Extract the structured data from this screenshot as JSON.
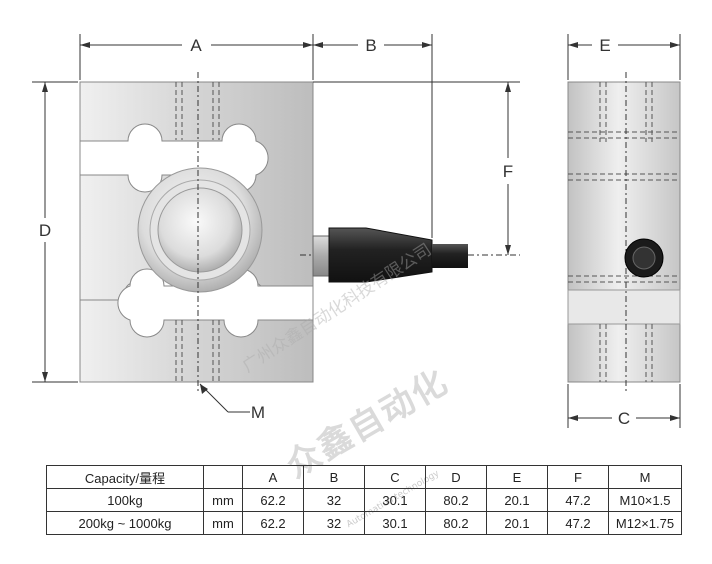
{
  "dimension_labels": {
    "a": "A",
    "b": "B",
    "c": "C",
    "d": "D",
    "e": "E",
    "f": "F",
    "m": "M"
  },
  "watermark": {
    "diagonal": "广州众鑫自动化科技有限公司",
    "logo": "众鑫自动化",
    "sub": "Automation technology"
  },
  "table": {
    "header": [
      "Capacity/量程",
      "",
      "A",
      "B",
      "C",
      "D",
      "E",
      "F",
      "M"
    ],
    "rows": [
      [
        "100kg",
        "mm",
        "62.2",
        "32",
        "30.1",
        "80.2",
        "20.1",
        "47.2",
        "M10×1.5"
      ],
      [
        "200kg ~ 1000kg",
        "mm",
        "62.2",
        "32",
        "30.1",
        "80.2",
        "20.1",
        "47.2",
        "M12×1.75"
      ]
    ]
  },
  "colors": {
    "metal_light": "#e6e6e6",
    "metal_dark": "#b9b9b9",
    "cable": "#1e1e1e",
    "line": "#333333"
  }
}
